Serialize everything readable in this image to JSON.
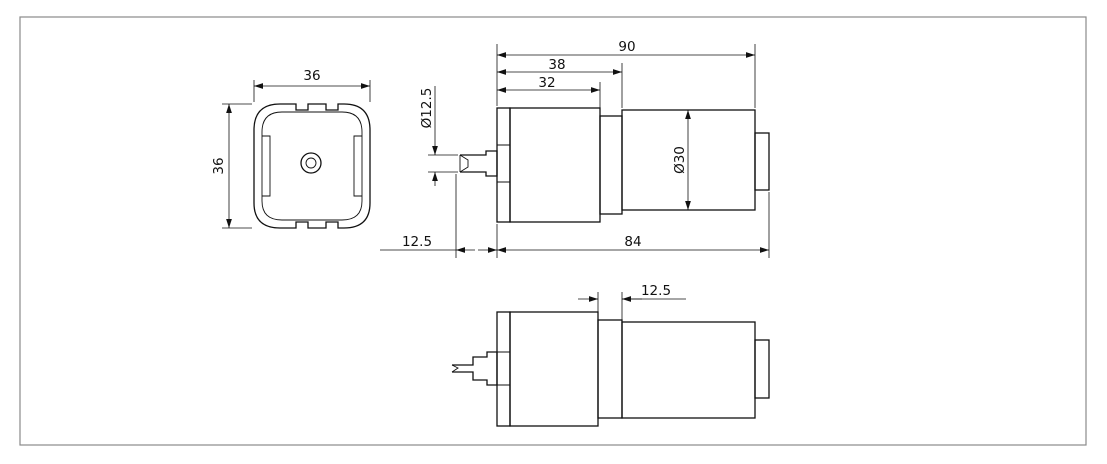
{
  "drawing": {
    "dimensions": {
      "front_width": "36",
      "front_height": "36",
      "shaft_diameter": "Ø12.5",
      "overall_length": "90",
      "gearbox_length_38": "38",
      "gearbox_length_32": "32",
      "motor_diameter": "Ø30",
      "shaft_length": "12.5",
      "body_length": "84",
      "offset_bottom": "12.5"
    }
  }
}
